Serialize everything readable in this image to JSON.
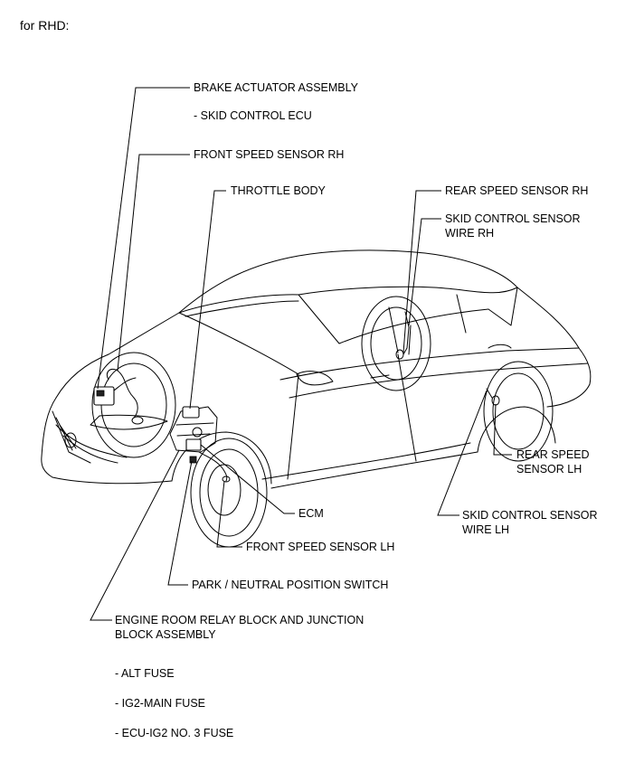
{
  "header": "for RHD:",
  "labels": {
    "brake_actuator": "BRAKE ACTUATOR ASSEMBLY",
    "skid_control_ecu": "- SKID CONTROL ECU",
    "front_speed_sensor_rh": "FRONT SPEED SENSOR RH",
    "throttle_body": "THROTTLE BODY",
    "rear_speed_sensor_rh": "REAR SPEED SENSOR RH",
    "skid_control_sensor_wire_rh_1": "SKID CONTROL SENSOR",
    "skid_control_sensor_wire_rh_2": "WIRE RH",
    "rear_speed_sensor_lh_1": "REAR SPEED",
    "rear_speed_sensor_lh_2": "SENSOR LH",
    "skid_control_sensor_wire_lh_1": "SKID CONTROL SENSOR",
    "skid_control_sensor_wire_lh_2": "WIRE LH",
    "ecm": "ECM",
    "front_speed_sensor_lh": "FRONT SPEED SENSOR LH",
    "park_neutral_switch": "PARK / NEUTRAL POSITION SWITCH",
    "engine_room_relay_1": "ENGINE ROOM RELAY BLOCK AND JUNCTION",
    "engine_room_relay_2": "BLOCK ASSEMBLY",
    "alt_fuse": "- ALT FUSE",
    "ig2_main_fuse": "- IG2-MAIN FUSE",
    "ecu_ig2_fuse": "- ECU-IG2 NO. 3 FUSE"
  }
}
